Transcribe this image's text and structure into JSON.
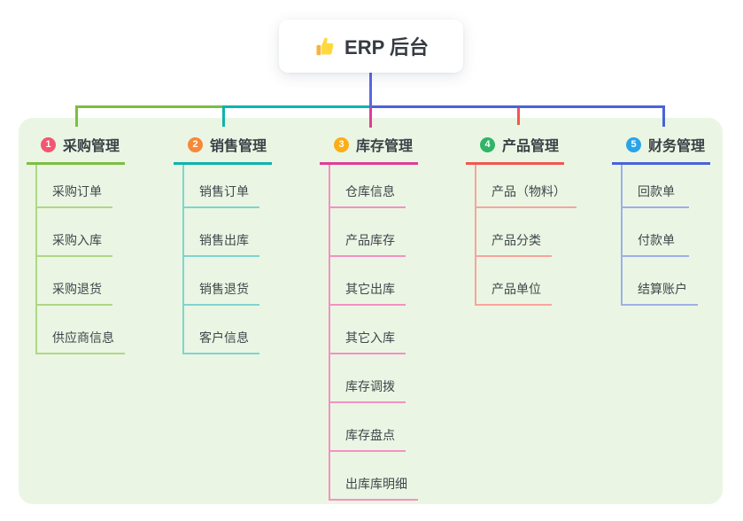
{
  "root": {
    "title": "ERP 后台",
    "icon": "thumbs-up-icon"
  },
  "panel_color": "#EAF6E3",
  "connector_color": "#5A68E0",
  "branches": [
    {
      "badge": "1",
      "title": "采购管理",
      "color": "#7CBE42",
      "light_color": "#AFD786",
      "badge_color": "#F4566F",
      "children": [
        "采购订单",
        "采购入库",
        "采购退货",
        "供应商信息"
      ]
    },
    {
      "badge": "2",
      "title": "销售管理",
      "color": "#0FB3AC",
      "light_color": "#7FD4CF",
      "badge_color": "#F78838",
      "children": [
        "销售订单",
        "销售出库",
        "销售退货",
        "客户信息"
      ]
    },
    {
      "badge": "3",
      "title": "库存管理",
      "color": "#E23C96",
      "light_color": "#F590C5",
      "badge_color": "#FBAE17",
      "children": [
        "仓库信息",
        "产品库存",
        "其它出库",
        "其它入库",
        "库存调拨",
        "库存盘点",
        "出库库明细"
      ]
    },
    {
      "badge": "4",
      "title": "产品管理",
      "color": "#F4564F",
      "light_color": "#F9A39D",
      "badge_color": "#2FB565",
      "children": [
        "产品（物料）",
        "产品分类",
        "产品单位"
      ]
    },
    {
      "badge": "5",
      "title": "财务管理",
      "color": "#4A62D8",
      "light_color": "#9FAFE8",
      "badge_color": "#29A4E9",
      "children": [
        "回款单",
        "付款单",
        "结算账户"
      ]
    }
  ]
}
